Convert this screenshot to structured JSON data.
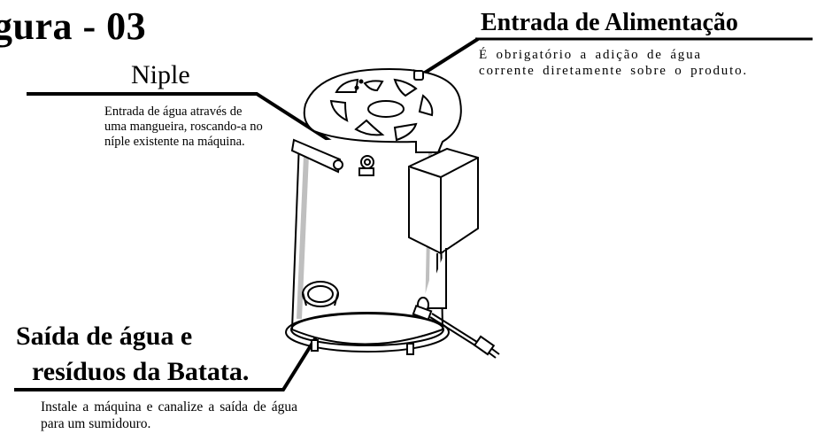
{
  "figure_title": "gura - 03",
  "niple": {
    "title": "Niple",
    "description": "Entrada de água através de uma mangueira, roscando-a no níple existente na máquina."
  },
  "entrada": {
    "title": "Entrada de Alimentação",
    "description": "É obrigatório a adição de água corrente diretamente sobre o produto."
  },
  "saida": {
    "title_line1": "Saída de água e",
    "title_line2": "resíduos da Batata.",
    "description": "Instale a máquina e canalize a saída de água para um sumidouro."
  },
  "colors": {
    "ink": "#000000",
    "paper": "#ffffff",
    "shade": "#bfbfbf"
  },
  "icons": [
    "machine-drawing",
    "leader-arrow"
  ]
}
